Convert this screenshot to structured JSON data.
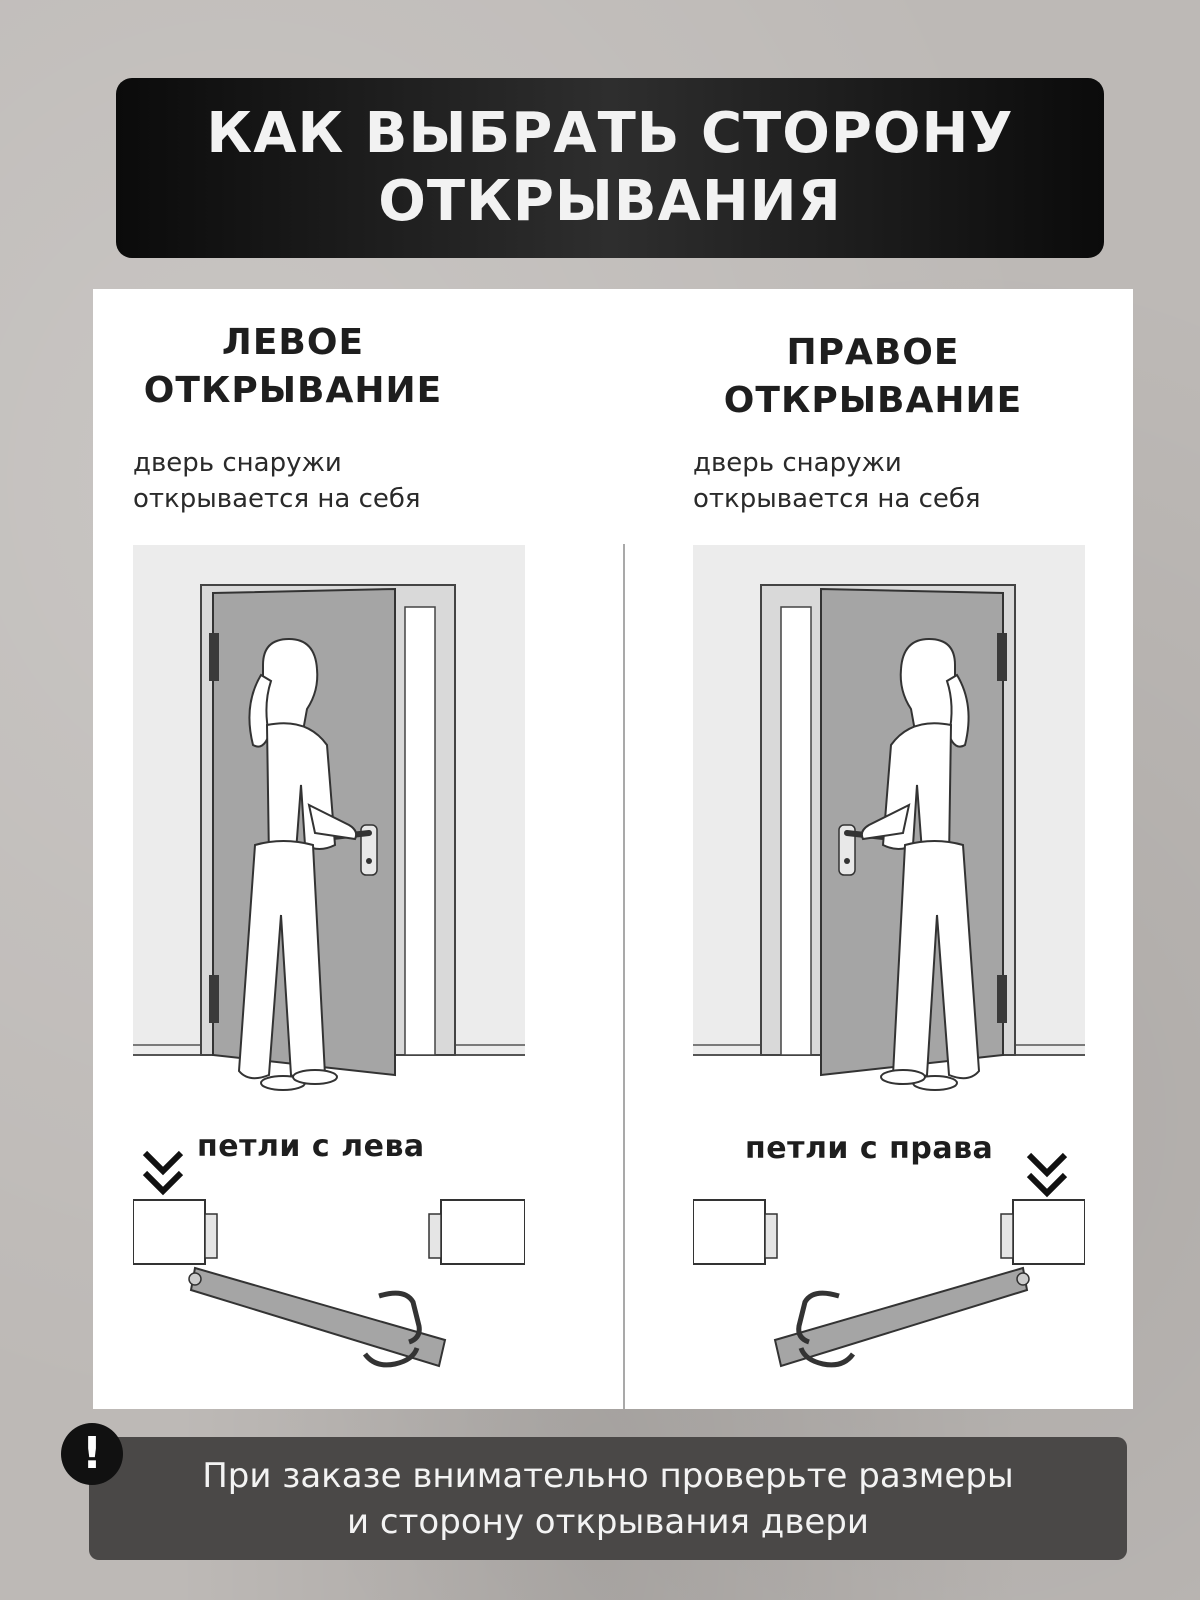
{
  "title": {
    "line1": "КАК ВЫБРАТЬ СТОРОНУ",
    "line2": "ОТКРЫВАНИЯ"
  },
  "left": {
    "heading_line1": "ЛЕВОЕ",
    "heading_line2": "ОТКРЫВАНИЕ",
    "desc_line1": "дверь снаружи",
    "desc_line2": "открывается на себя",
    "hinge_label": "петли с лева"
  },
  "right": {
    "heading_line1": "ПРАВОЕ",
    "heading_line2": "ОТКРЫВАНИЕ",
    "desc_line1": "дверь снаружи",
    "desc_line2": "открывается на себя",
    "hinge_label": "петли с права"
  },
  "note": {
    "icon": "!",
    "line1": "При заказе внимательно проверьте размеры",
    "line2": "и сторону открывания двери"
  },
  "colors": {
    "banner": "#0b0b0b",
    "door": "#a5a5a5",
    "note_bg": "#4a4847"
  }
}
